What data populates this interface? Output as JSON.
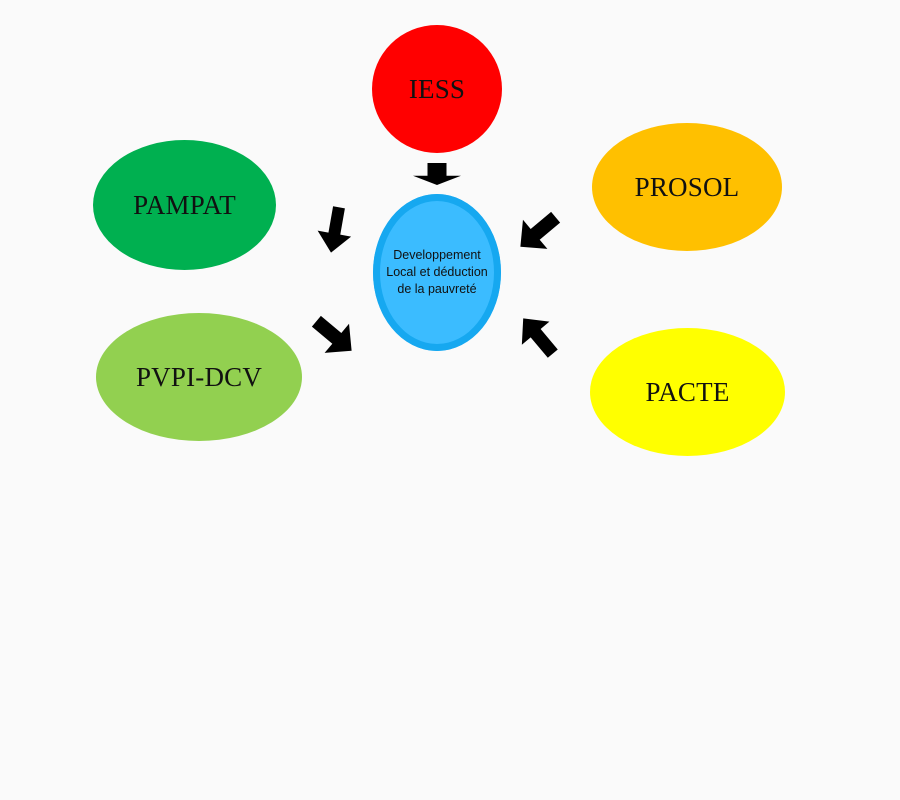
{
  "center": {
    "label": "Developpement Local et déduction de la pauvreté",
    "fill": "#3bbcff"
  },
  "nodes": [
    {
      "id": "iess",
      "label": "IESS",
      "fill": "#ff0000"
    },
    {
      "id": "prosol",
      "label": "PROSOL",
      "fill": "#ffc000"
    },
    {
      "id": "pampat",
      "label": "PAMPAT",
      "fill": "#00b050"
    },
    {
      "id": "pvpi",
      "label": "PVPI-DCV",
      "fill": "#92d050"
    },
    {
      "id": "pacte",
      "label": "PACTE",
      "fill": "#ffff00"
    }
  ],
  "arrow_color": "#000000"
}
